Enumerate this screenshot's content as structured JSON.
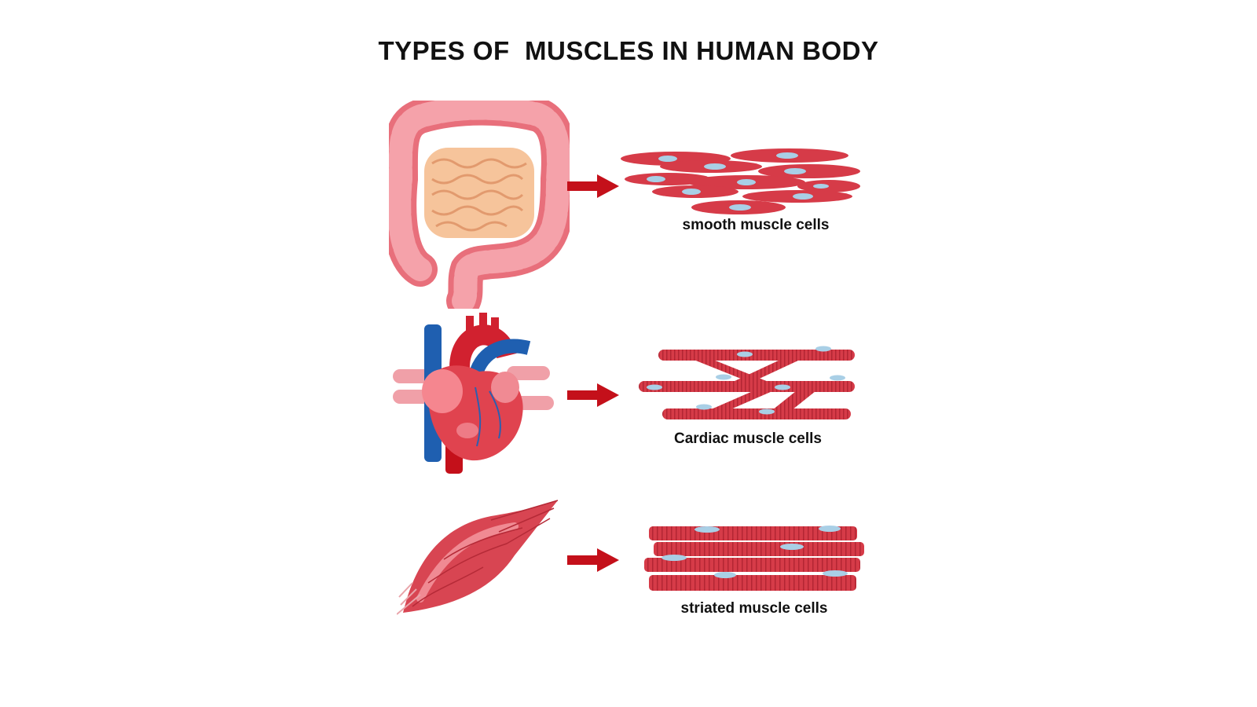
{
  "title": "TYPES OF  MUSCLES IN HUMAN BODY",
  "rows": [
    {
      "organ_icon": "intestine-icon",
      "caption": "smooth muscle cells"
    },
    {
      "organ_icon": "heart-icon",
      "caption": "Cardiac muscle cells"
    },
    {
      "organ_icon": "skeletal-muscle-icon",
      "caption": "striated muscle cells"
    }
  ],
  "colors": {
    "title": "#111111",
    "arrow": "#c4101a",
    "cell": "#d63b48",
    "nucleus": "#a9cfe6",
    "intestine": "#f08a93",
    "small_intestine": "#f6c49b",
    "vein": "#1f5fb0",
    "heart": "#e0434f"
  }
}
